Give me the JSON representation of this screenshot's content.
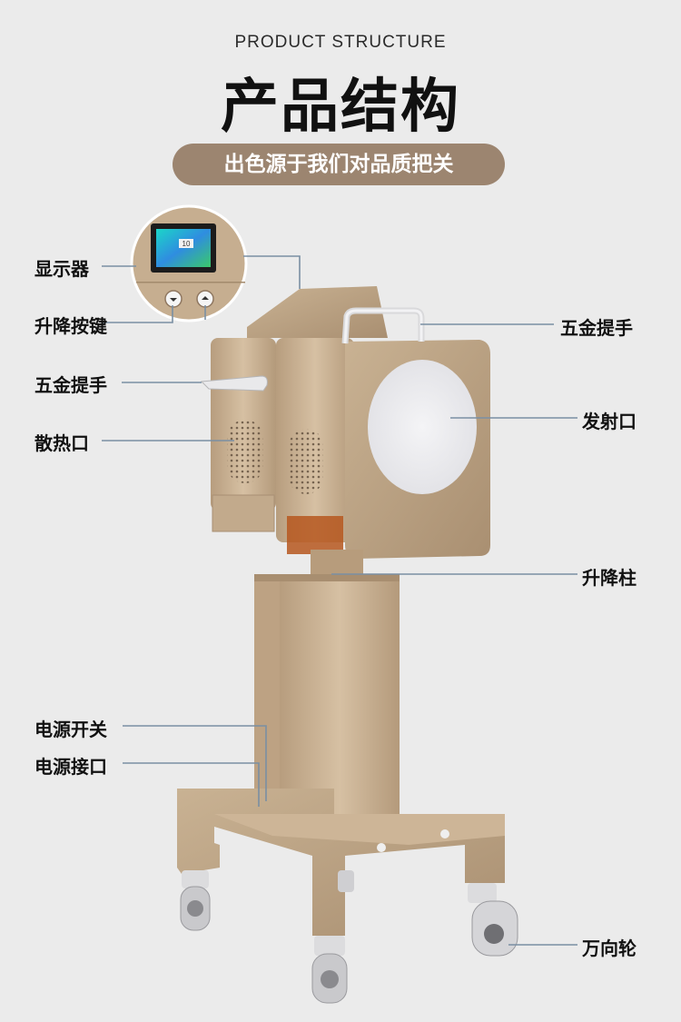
{
  "header": {
    "subtitle_en": "PRODUCT STRUCTURE",
    "title": "产品结构",
    "slogan": "出色源于我们对品质把关"
  },
  "inset": {
    "screen_text": "10"
  },
  "callouts": {
    "display": "显示器",
    "lift_buttons": "升降按键",
    "handle_left": "五金提手",
    "vent": "散热口",
    "power_switch": "电源开关",
    "power_port": "电源接口",
    "handle_right": "五金提手",
    "emitter": "发射口",
    "lift_column": "升降柱",
    "caster": "万向轮"
  },
  "colors": {
    "background": "#ebebeb",
    "body_gold": "#c4ab8c",
    "slogan_pill": "#9c8570",
    "callout_line": "#7a8fa3"
  }
}
